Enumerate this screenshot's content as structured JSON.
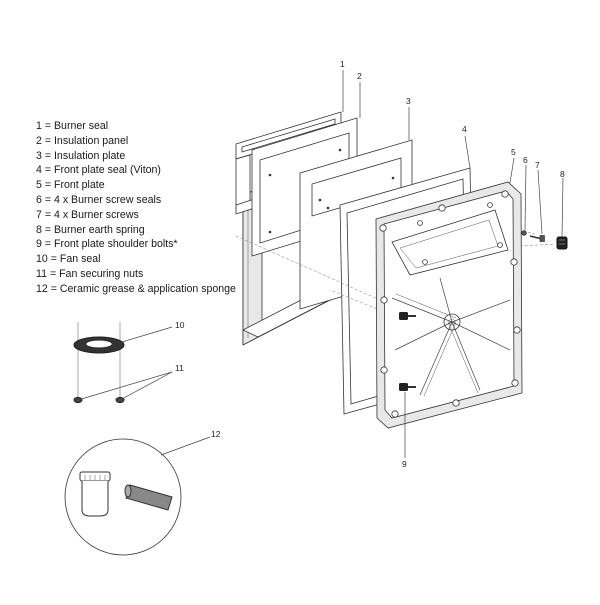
{
  "legend": [
    {
      "num": "1",
      "text": "Burner seal"
    },
    {
      "num": "2",
      "text": "Insulation panel"
    },
    {
      "num": "3",
      "text": "Insulation plate"
    },
    {
      "num": "4",
      "text": "Front plate seal (Viton)"
    },
    {
      "num": "5",
      "text": "Front plate"
    },
    {
      "num": "6",
      "text": "4 x Burner screw seals"
    },
    {
      "num": "7",
      "text": "4 x Burner screws"
    },
    {
      "num": "8",
      "text": "Burner earth spring"
    },
    {
      "num": "9",
      "text": "Front plate shoulder bolts*"
    },
    {
      "num": "10",
      "text": "Fan seal"
    },
    {
      "num": "11",
      "text": "Fan securing nuts"
    },
    {
      "num": "12",
      "text": "Ceramic grease & application sponge"
    }
  ],
  "legend_separator": " = ",
  "callouts": {
    "c1": "1",
    "c2": "2",
    "c3": "3",
    "c4": "4",
    "c5": "5",
    "c6": "6",
    "c7": "7",
    "c8": "8",
    "c9": "9",
    "c10": "10",
    "c11": "11",
    "c12": "12"
  }
}
